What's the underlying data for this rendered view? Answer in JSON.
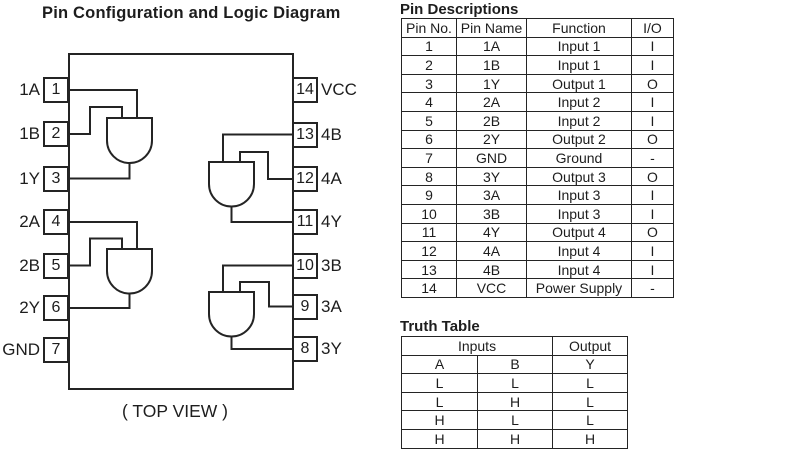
{
  "diagram": {
    "title": "Pin Configuration and Logic Diagram",
    "top_view_label": "( TOP VIEW )",
    "pins_left": [
      {
        "number": "1",
        "name": "1A"
      },
      {
        "number": "2",
        "name": "1B"
      },
      {
        "number": "3",
        "name": "1Y"
      },
      {
        "number": "4",
        "name": "2A"
      },
      {
        "number": "5",
        "name": "2B"
      },
      {
        "number": "6",
        "name": "2Y"
      },
      {
        "number": "7",
        "name": "GND"
      }
    ],
    "pins_right": [
      {
        "number": "14",
        "name": "VCC"
      },
      {
        "number": "13",
        "name": "4B"
      },
      {
        "number": "12",
        "name": "4A"
      },
      {
        "number": "11",
        "name": "4Y"
      },
      {
        "number": "10",
        "name": "3B"
      },
      {
        "number": "9",
        "name": "3A"
      },
      {
        "number": "8",
        "name": "3Y"
      }
    ]
  },
  "pin_table": {
    "title": "Pin Descriptions",
    "headers": [
      "Pin No.",
      "Pin Name",
      "Function",
      "I/O"
    ],
    "rows": [
      {
        "no": "1",
        "name": "1A",
        "function": "Input 1",
        "io": "I"
      },
      {
        "no": "2",
        "name": "1B",
        "function": "Input 1",
        "io": "I"
      },
      {
        "no": "3",
        "name": "1Y",
        "function": "Output 1",
        "io": "O"
      },
      {
        "no": "4",
        "name": "2A",
        "function": "Input 2",
        "io": "I"
      },
      {
        "no": "5",
        "name": "2B",
        "function": "Input 2",
        "io": "I"
      },
      {
        "no": "6",
        "name": "2Y",
        "function": "Output 2",
        "io": "O"
      },
      {
        "no": "7",
        "name": "GND",
        "function": "Ground",
        "io": "-"
      },
      {
        "no": "8",
        "name": "3Y",
        "function": "Output 3",
        "io": "O"
      },
      {
        "no": "9",
        "name": "3A",
        "function": "Input 3",
        "io": "I"
      },
      {
        "no": "10",
        "name": "3B",
        "function": "Input 3",
        "io": "I"
      },
      {
        "no": "11",
        "name": "4Y",
        "function": "Output 4",
        "io": "O"
      },
      {
        "no": "12",
        "name": "4A",
        "function": "Input 4",
        "io": "I"
      },
      {
        "no": "13",
        "name": "4B",
        "function": "Input 4",
        "io": "I"
      },
      {
        "no": "14",
        "name": "VCC",
        "function": "Power Supply",
        "io": "-"
      }
    ]
  },
  "truth_table": {
    "title": "Truth Table",
    "group_headers": {
      "inputs": "Inputs",
      "output": "Output"
    },
    "col_headers": [
      "A",
      "B",
      "Y"
    ],
    "rows": [
      [
        "L",
        "L",
        "L"
      ],
      [
        "L",
        "H",
        "L"
      ],
      [
        "H",
        "L",
        "L"
      ],
      [
        "H",
        "H",
        "H"
      ]
    ]
  },
  "colors": {
    "ink": "#242424",
    "background": "#ffffff"
  }
}
